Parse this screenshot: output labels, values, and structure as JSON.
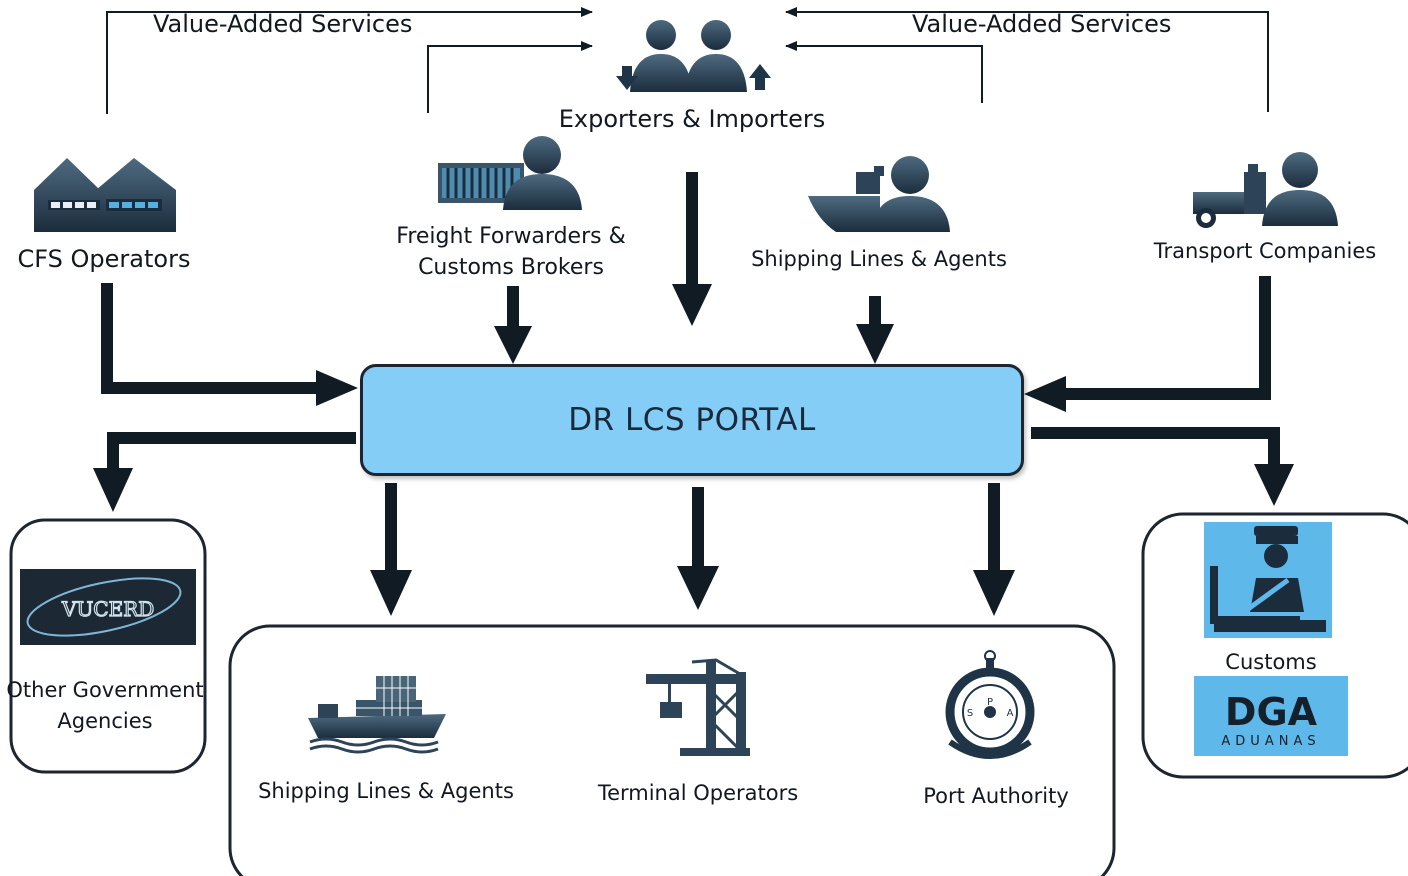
{
  "top": {
    "value_added_left": "Value-Added Services",
    "value_added_right": "Value-Added Services",
    "exporters": "Exporters & Importers"
  },
  "stakeholders": {
    "cfs": "CFS Operators",
    "freight_line1": "Freight Forwarders &",
    "freight_line2": "Customs Brokers",
    "shipping": "Shipping Lines & Agents",
    "transport": "Transport Companies"
  },
  "portal": {
    "title": "DR LCS PORTAL"
  },
  "bottom": {
    "other_gov_line1": "Other Government",
    "other_gov_line2": "Agencies",
    "vucerd_logo": "VUCERD",
    "shipping": "Shipping Lines & Agents",
    "terminal": "Terminal Operators",
    "port": "Port Authority",
    "customs": "Customs",
    "dga_logo": "DGA",
    "dga_sub": "ADUANAS"
  },
  "colors": {
    "arrow": "#111b24",
    "portal_fill": "#83cdf7",
    "icon_dark": "#1f3446",
    "icon_mid": "#4a6478",
    "logo_blue": "#5fb8ea"
  }
}
